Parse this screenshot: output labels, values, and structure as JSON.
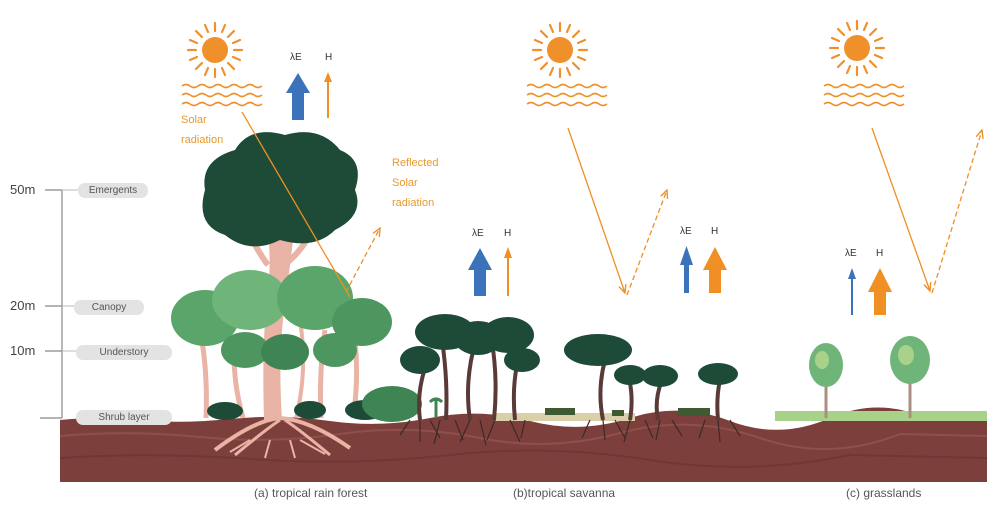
{
  "height_axis": {
    "ticks": [
      "50m",
      "20m",
      "10m"
    ]
  },
  "layers": [
    "Emergents",
    "Canopy",
    "Understory",
    "Shrub layer"
  ],
  "annotations": {
    "solar_line1": "Solar",
    "solar_line2": "radiation",
    "reflected_line1": "Reflected",
    "reflected_line2": "Solar",
    "reflected_line3": "radiation"
  },
  "flux_labels": {
    "latent": "λE",
    "sensible": "H"
  },
  "captions": {
    "rainforest": "(a) tropical rain forest",
    "savanna": "(b)tropical savanna",
    "grassland": "(c) grasslands"
  },
  "colors": {
    "latent_arrow": "#3a73b9",
    "sensible_arrow": "#ef8f24",
    "sun": "#f0902a",
    "soil": "#7d3f3c",
    "dark_foliage": "#1e4a38",
    "mid_foliage": "#5aa56a",
    "trunk": "#e9b3a5"
  }
}
